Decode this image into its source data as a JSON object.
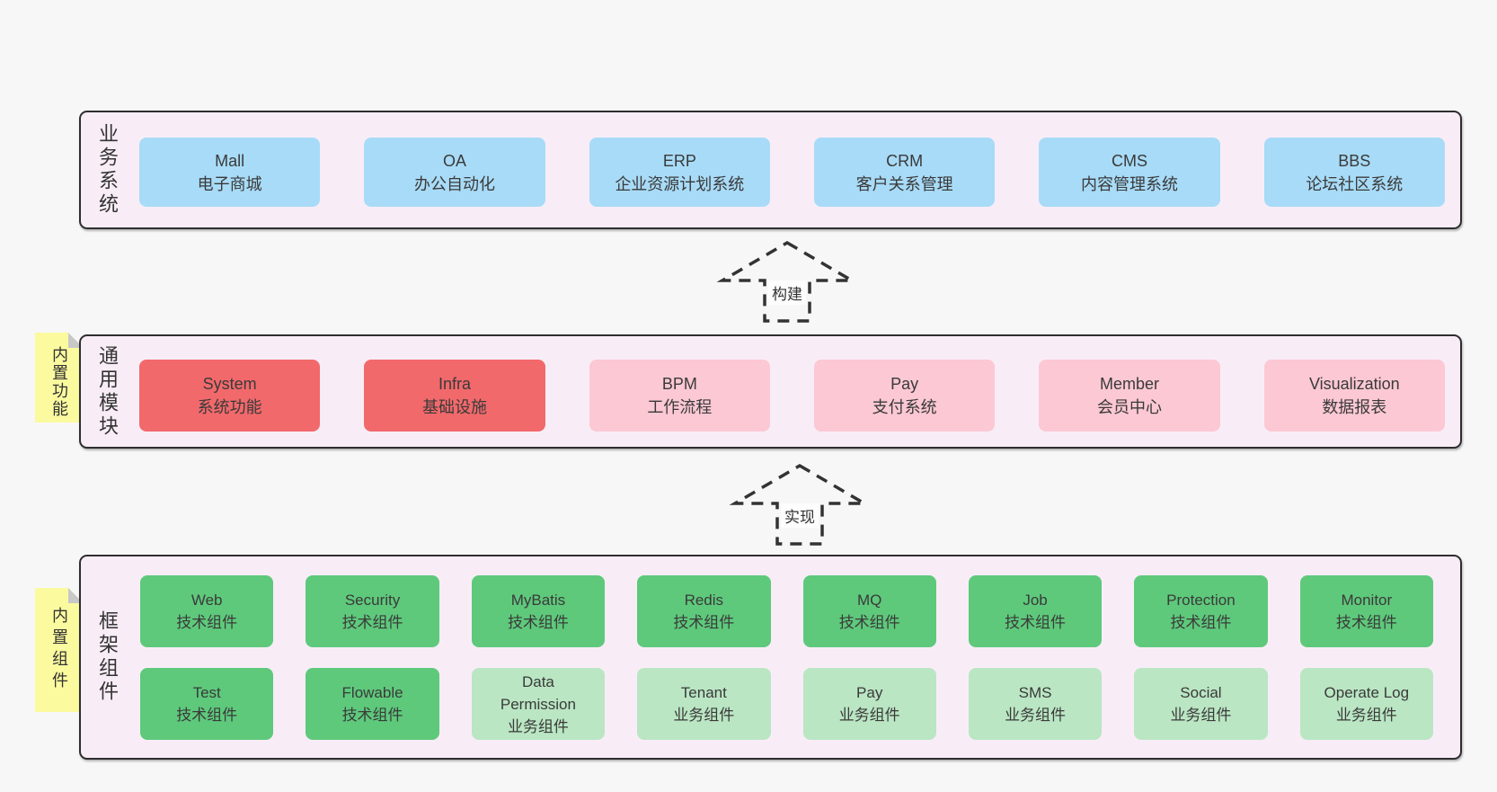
{
  "palette": {
    "page-bg": "#f7f7f7",
    "panel-bg": "#f8edf7",
    "panel-border": "#2e2e2e",
    "blue": "#a8dbf7",
    "red": "#f2696b",
    "pink": "#fbc8d3",
    "green": "#5ec97b",
    "light-green": "#bae6c3",
    "note-yellow": "#fbfa9f",
    "note-fold": "#c8c8c8",
    "arrow": "#333333",
    "text": "#3a3a3a"
  },
  "arrows": {
    "build": "构建",
    "implement": "实现"
  },
  "layers": {
    "business": {
      "label": "业务系统",
      "boxes": [
        {
          "title": "Mall",
          "subtitle": "电子商城",
          "variant": "blue"
        },
        {
          "title": "OA",
          "subtitle": "办公自动化",
          "variant": "blue"
        },
        {
          "title": "ERP",
          "subtitle": "企业资源计划系统",
          "variant": "blue"
        },
        {
          "title": "CRM",
          "subtitle": "客户关系管理",
          "variant": "blue"
        },
        {
          "title": "CMS",
          "subtitle": "内容管理系统",
          "variant": "blue"
        },
        {
          "title": "BBS",
          "subtitle": "论坛社区系统",
          "variant": "blue"
        }
      ]
    },
    "modules": {
      "label": "通用模块",
      "note": "内置功能",
      "boxes": [
        {
          "title": "System",
          "subtitle": "系统功能",
          "variant": "red"
        },
        {
          "title": "Infra",
          "subtitle": "基础设施",
          "variant": "red"
        },
        {
          "title": "BPM",
          "subtitle": "工作流程",
          "variant": "pink"
        },
        {
          "title": "Pay",
          "subtitle": "支付系统",
          "variant": "pink"
        },
        {
          "title": "Member",
          "subtitle": "会员中心",
          "variant": "pink"
        },
        {
          "title": "Visualization",
          "subtitle": "数据报表",
          "variant": "pink"
        }
      ]
    },
    "framework": {
      "label": "框架组件",
      "note": "内置组件",
      "row1": [
        {
          "title": "Web",
          "subtitle": "技术组件",
          "variant": "green"
        },
        {
          "title": "Security",
          "subtitle": "技术组件",
          "variant": "green"
        },
        {
          "title": "MyBatis",
          "subtitle": "技术组件",
          "variant": "green"
        },
        {
          "title": "Redis",
          "subtitle": "技术组件",
          "variant": "green"
        },
        {
          "title": "MQ",
          "subtitle": "技术组件",
          "variant": "green"
        },
        {
          "title": "Job",
          "subtitle": "技术组件",
          "variant": "green"
        },
        {
          "title": "Protection",
          "subtitle": "技术组件",
          "variant": "green"
        },
        {
          "title": "Monitor",
          "subtitle": "技术组件",
          "variant": "green"
        }
      ],
      "row2": [
        {
          "title": "Test",
          "subtitle": "技术组件",
          "variant": "green"
        },
        {
          "title": "Flowable",
          "subtitle": "技术组件",
          "variant": "green"
        },
        {
          "title": "Data Permission",
          "subtitle": "业务组件",
          "variant": "light-green"
        },
        {
          "title": "Tenant",
          "subtitle": "业务组件",
          "variant": "light-green"
        },
        {
          "title": "Pay",
          "subtitle": "业务组件",
          "variant": "light-green"
        },
        {
          "title": "SMS",
          "subtitle": "业务组件",
          "variant": "light-green"
        },
        {
          "title": "Social",
          "subtitle": "业务组件",
          "variant": "light-green"
        },
        {
          "title": "Operate Log",
          "subtitle": "业务组件",
          "variant": "light-green"
        }
      ]
    }
  }
}
